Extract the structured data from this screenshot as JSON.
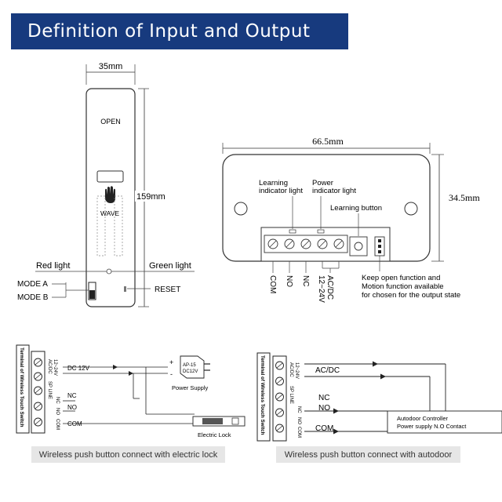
{
  "header": {
    "title": "Definition of Input and Output"
  },
  "device": {
    "width_label": "35mm",
    "height_label": "159mm",
    "open_label": "OPEN",
    "wave_label": "WAVE",
    "red_light": "Red light",
    "green_light": "Green light",
    "mode_a": "MODE A",
    "mode_b": "MODE B",
    "reset": "RESET"
  },
  "receiver": {
    "width_label": "66.5mm",
    "height_label": "34.5mm",
    "learning_light_1": "Learning",
    "learning_light_2": "indicator light",
    "power_light_1": "Power",
    "power_light_2": "indicator light",
    "learning_button": "Learning button",
    "terminals": [
      "COM",
      "NO",
      "NC",
      "AC/DC",
      "12~24V"
    ],
    "note_1": "Keep open function and",
    "note_2": "Motion function available",
    "note_3": "for chosen for the output state"
  },
  "left_wiring": {
    "side_title": "Terminal of Wireless Touch Switch",
    "sp_line": "SP LINE",
    "acdc_1": "AC/DC",
    "acdc_2": "12~24V",
    "nc": "NC",
    "no": "NO",
    "com": "COM",
    "dc12": "DC 12V",
    "nc_line": "NC",
    "no_line": "NO",
    "com_line": "COM",
    "plus": "+",
    "minus": "-",
    "psu_1": "AP-15",
    "psu_2": "DC12V",
    "power_supply": "Power Supply",
    "electric_lock": "Electric Lock",
    "caption": "Wireless push button connect with electric lock"
  },
  "right_wiring": {
    "side_title": "Terminal of Wireless Touch Switch",
    "sp_line": "SP LINE",
    "acdc_1": "AC/DC",
    "acdc_2": "12~24V",
    "nc": "NC",
    "no": "NO",
    "com": "COM",
    "acdc_line": "AC/DC",
    "nc_line": "NC",
    "no_line": "NO",
    "com_line": "COM",
    "controller_1": "Autodoor Controller",
    "controller_2": "Power supply N.O Contact",
    "caption": "Wireless push button connect with autodoor"
  }
}
